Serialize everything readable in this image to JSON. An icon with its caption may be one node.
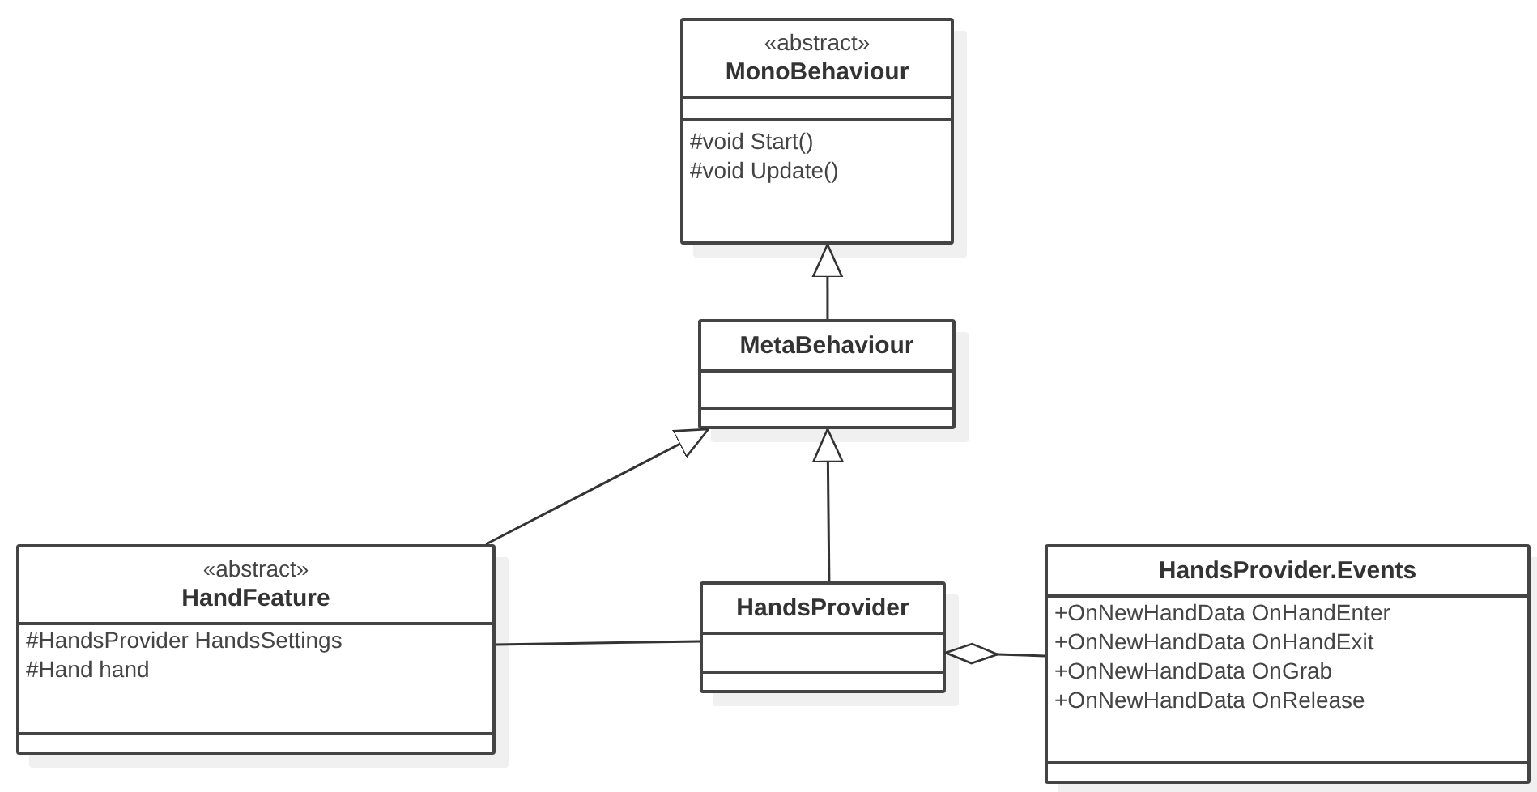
{
  "diagram": {
    "nodes": [
      {
        "text": [
          "«abstract»",
          "MonoBehaviour",
          "#void Start()",
          "#void Update()"
        ]
      },
      {
        "text": [
          "MetaBehaviour"
        ]
      },
      {
        "text": [
          "«abstract»",
          "HandFeature",
          "#HandsProvider HandsSettings",
          "#Hand hand"
        ]
      },
      {
        "text": [
          "HandsProvider"
        ]
      },
      {
        "text": [
          "HandsProvider.Events",
          "+OnNewHandData OnHandEnter",
          "+OnNewHandData OnHandExit",
          "+OnNewHandData OnGrab",
          "+OnNewHandData OnRelease"
        ]
      }
    ],
    "edges": [
      {
        "from": 1,
        "to": 0,
        "arrow": "to"
      },
      {
        "from": 2,
        "to": 1,
        "arrow": "to"
      },
      {
        "from": 3,
        "to": 1,
        "arrow": "to"
      },
      {
        "from": 2,
        "to": 3,
        "arrow": "none"
      },
      {
        "from": 4,
        "to": 3,
        "arrow": "other"
      }
    ]
  }
}
